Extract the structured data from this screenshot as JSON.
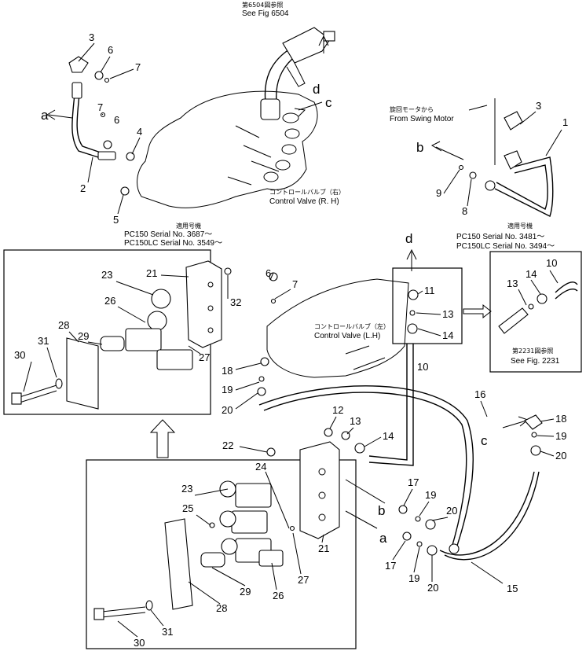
{
  "labels": {
    "n1": "1",
    "n2": "2",
    "n3a": "3",
    "n3b": "3",
    "n4": "4",
    "n5": "5",
    "n6a": "6",
    "n6b": "6",
    "n6c": "6",
    "n7a": "7",
    "n7b": "7",
    "n7c": "7",
    "n8": "8",
    "n9": "9",
    "n10a": "10",
    "n10b": "10",
    "n11": "11",
    "n12": "12",
    "n13a": "13",
    "n13b": "13",
    "n13c": "13",
    "n14a": "14",
    "n14b": "14",
    "n14c": "14",
    "n15": "15",
    "n16": "16",
    "n17a": "17",
    "n17b": "17",
    "n18a": "18",
    "n18b": "18",
    "n19a": "19",
    "n19b": "19",
    "n19c": "19",
    "n19d": "19",
    "n20a": "20",
    "n20b": "20",
    "n20c": "20",
    "n20d": "20",
    "n21a": "21",
    "n21b": "21",
    "n22": "22",
    "n23a": "23",
    "n23b": "23",
    "n24": "24",
    "n25": "25",
    "n26a": "26",
    "n26b": "26",
    "n27a": "27",
    "n27b": "27",
    "n28a": "28",
    "n28b": "28",
    "n29a": "29",
    "n29b": "29",
    "n30a": "30",
    "n30b": "30",
    "n31a": "31",
    "n31b": "31",
    "n32": "32"
  },
  "letters": {
    "a_left": "a",
    "a_lower": "a",
    "b_right": "b",
    "b_lower": "b",
    "c_top": "c",
    "c_lower": "c",
    "d_top": "d",
    "d_mid": "d"
  },
  "notes": {
    "fig6504_jp": "第6504図参照",
    "fig6504_en": "See Fig 6504",
    "swing_jp": "旋回モータから",
    "swing_en": "From Swing Motor",
    "cv_rh_jp": "コントロールバルブ（右）",
    "cv_rh_en": "Control Valve (R. H)",
    "cv_lh_jp": "コントロールバルブ（左）",
    "cv_lh_en": "Control Valve (L.H)",
    "serial_left_jp": "適用号機",
    "serial_left_1": "PC150      Serial  No.  3687～",
    "serial_left_2": "PC150LC  Serial  No.  3549～",
    "serial_right_jp": "適用号機",
    "serial_right_1": "PC150      Serial  No.  3481～",
    "serial_right_2": "PC150LC  Serial  No.  3494～",
    "fig2231_jp": "第2231図参照",
    "fig2231_en": "See Fig. 2231"
  }
}
